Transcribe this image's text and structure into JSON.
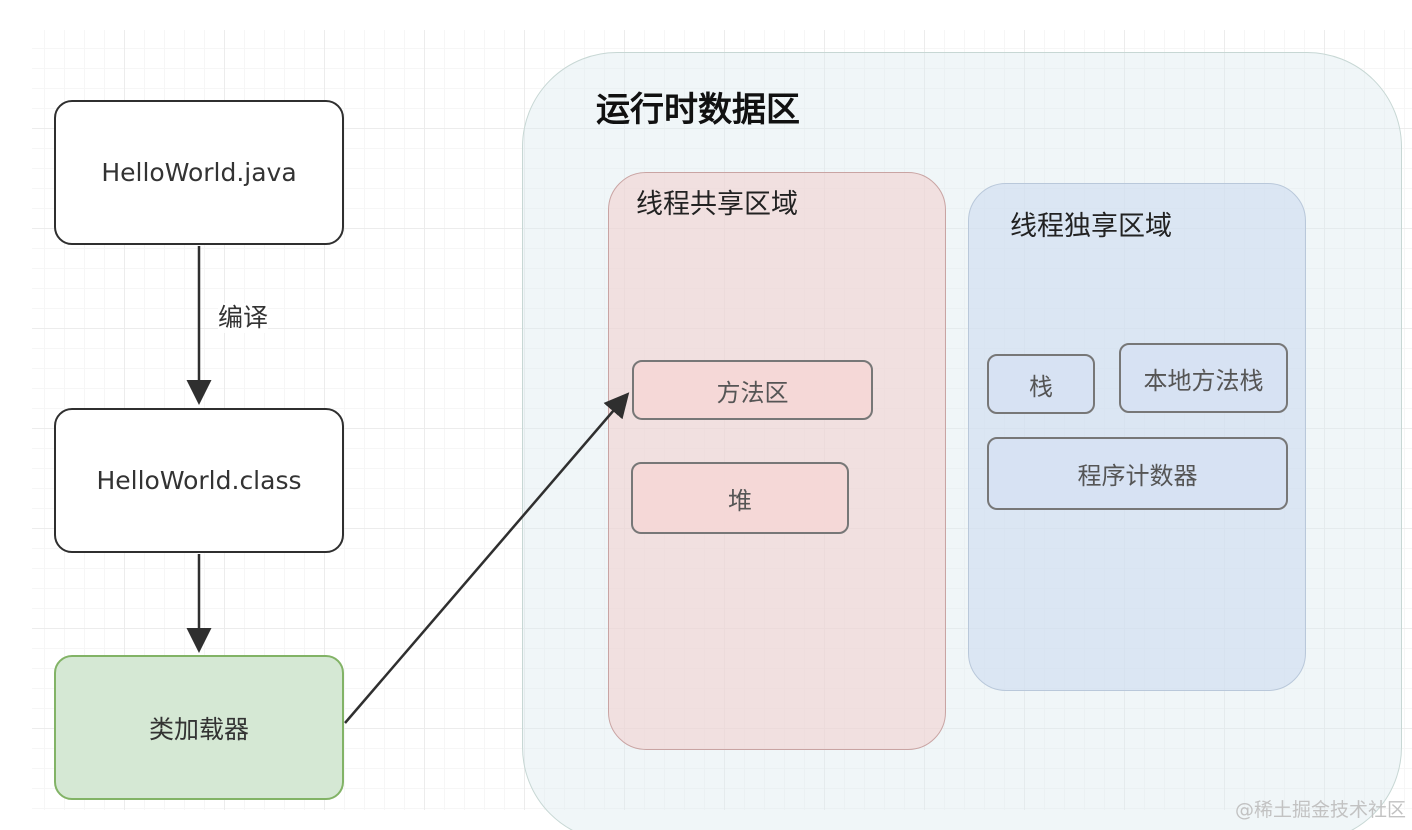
{
  "nodes": {
    "java_source": "HelloWorld.java",
    "compile_label": "编译",
    "class_file": "HelloWorld.class",
    "class_loader": "类加载器"
  },
  "runtime": {
    "title": "运行时数据区",
    "shared": {
      "title": "线程共享区域",
      "method_area": "方法区",
      "heap": "堆"
    },
    "private": {
      "title": "线程独享区域",
      "stack": "栈",
      "native_stack": "本地方法栈",
      "pc_register": "程序计数器"
    }
  },
  "watermark": "@稀土掘金技术社区",
  "colors": {
    "loader_fill": "#d5e8d4",
    "loader_stroke": "#82b366",
    "shared_fill": "#f2cdcc",
    "private_fill": "#cddcf0",
    "runtime_fill": "#deecf0"
  }
}
